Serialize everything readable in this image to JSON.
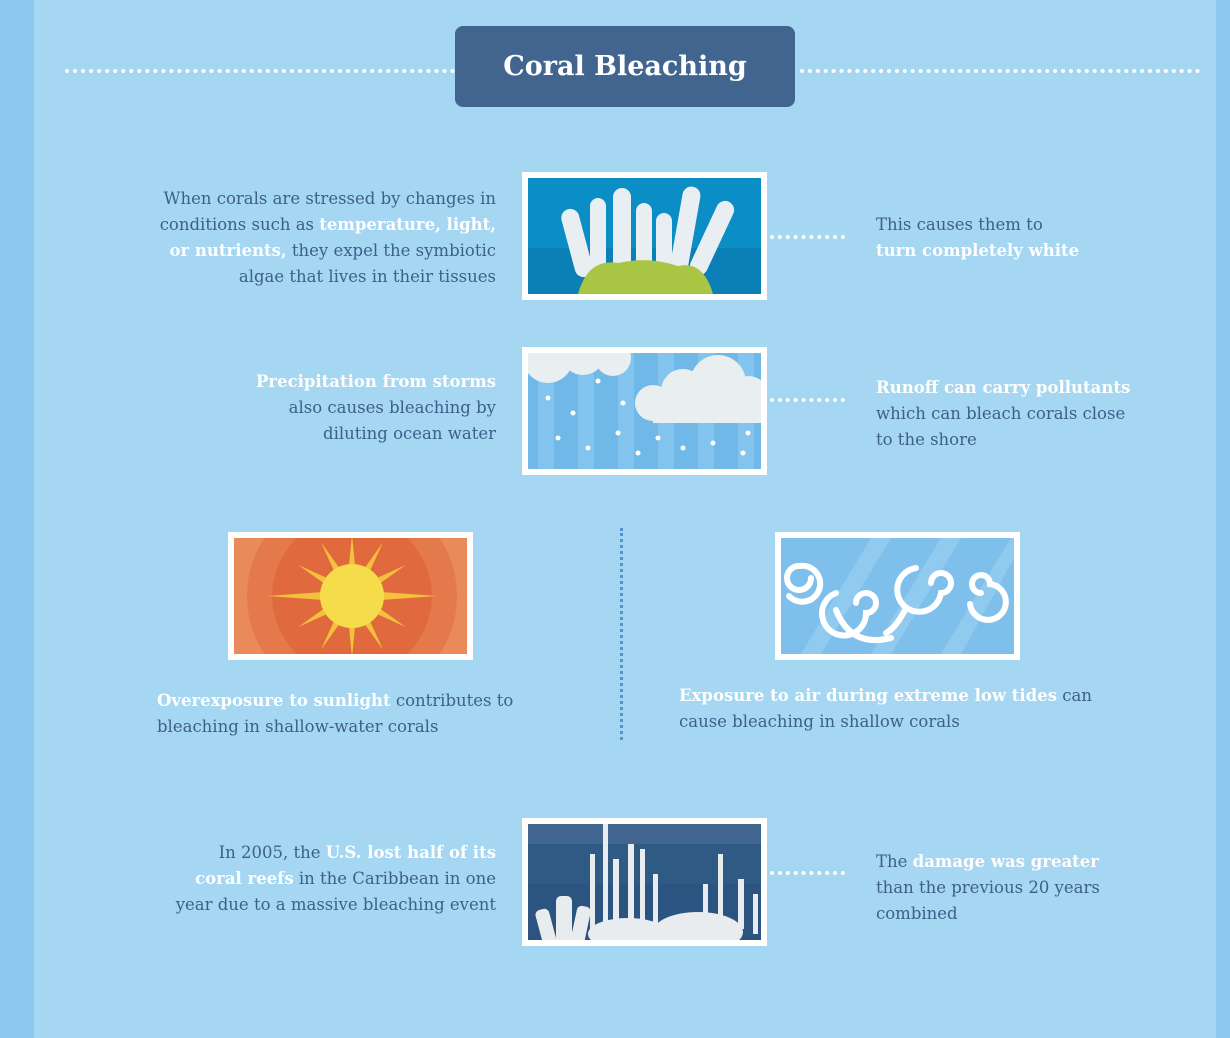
{
  "title": "Coral Bleaching",
  "colors": {
    "background": "#a5d6f2",
    "title_box": "#41658e",
    "text": "#3e5f8a",
    "highlight": "#ffffff"
  },
  "sections": [
    {
      "left": {
        "lines": [
          {
            "pre": "When corals are stressed by changes in",
            "bold": "",
            "post": ""
          },
          {
            "pre": "conditions such as ",
            "bold": "temperature, light,",
            "post": ""
          },
          {
            "pre": "",
            "bold": "or nutrients,",
            "post": " they expel the symbiotic"
          },
          {
            "pre": "algae that lives in their tissues",
            "bold": "",
            "post": ""
          }
        ]
      },
      "icon": "bleached-coral-icon",
      "right": {
        "lines": [
          {
            "pre": "This causes them to",
            "bold": "",
            "post": ""
          },
          {
            "pre": "",
            "bold": "turn completely white",
            "post": ""
          }
        ]
      }
    },
    {
      "left": {
        "lines": [
          {
            "pre": "",
            "bold": "Precipitation from storms",
            "post": ""
          },
          {
            "pre": "also causes bleaching by",
            "bold": "",
            "post": ""
          },
          {
            "pre": "diluting ocean water",
            "bold": "",
            "post": ""
          }
        ]
      },
      "icon": "rain-clouds-icon",
      "right": {
        "lines": [
          {
            "pre": "",
            "bold": "Runoff can carry pollutants",
            "post": ""
          },
          {
            "pre": "which can bleach corals close",
            "bold": "",
            "post": ""
          },
          {
            "pre": "to the shore",
            "bold": "",
            "post": ""
          }
        ]
      }
    },
    {
      "left": {
        "icon": "sun-icon",
        "lines": [
          {
            "pre": "",
            "bold": "Overexposure to sunlight",
            "post": " contributes to"
          },
          {
            "pre": "bleaching in shallow-water corals",
            "bold": "",
            "post": ""
          }
        ]
      },
      "right": {
        "icon": "wind-swirl-icon",
        "lines": [
          {
            "pre": "",
            "bold": "Exposure to air during extreme low tides",
            "post": " can"
          },
          {
            "pre": "cause bleaching in shallow corals",
            "bold": "",
            "post": ""
          }
        ]
      }
    },
    {
      "left": {
        "lines": [
          {
            "pre": "In 2005, the ",
            "bold": "U.S. lost half of its",
            "post": ""
          },
          {
            "pre": "",
            "bold": "coral reefs",
            "post": " in the Caribbean in one"
          },
          {
            "pre": "year due to a massive bleaching event",
            "bold": "",
            "post": ""
          }
        ]
      },
      "icon": "bleached-reef-icon",
      "right": {
        "lines": [
          {
            "pre": "The ",
            "bold": "damage was greater",
            "post": ""
          },
          {
            "pre": "than the previous 20 years",
            "bold": "",
            "post": ""
          },
          {
            "pre": "combined",
            "bold": "",
            "post": ""
          }
        ]
      }
    }
  ]
}
